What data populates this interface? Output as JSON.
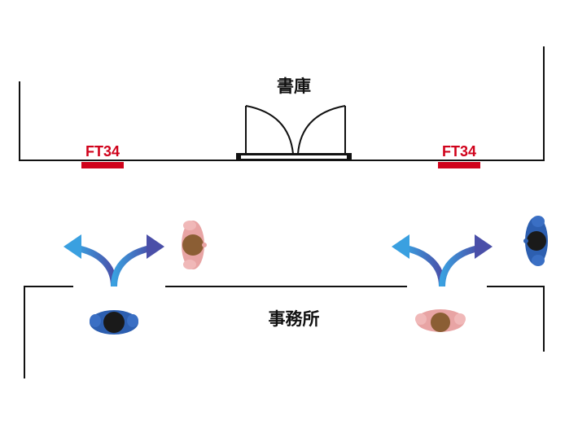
{
  "labels": {
    "storage_room": "書庫",
    "office": "事務所",
    "sensor_left": "FT34",
    "sensor_right": "FT34"
  },
  "colors": {
    "wall": "#111111",
    "sensor": "#d0021b",
    "arrow_left_tip": "#3aa0e0",
    "arrow_right_tip": "#4a4fa8",
    "person_blue": "#2d5fb0",
    "person_pink": "#e8a4a4",
    "hair_dark": "#1a1a1a",
    "hair_brown": "#8b5e34"
  },
  "icons": [
    "double-door-icon",
    "fork-arrow-icon",
    "person-topdown-icon"
  ]
}
